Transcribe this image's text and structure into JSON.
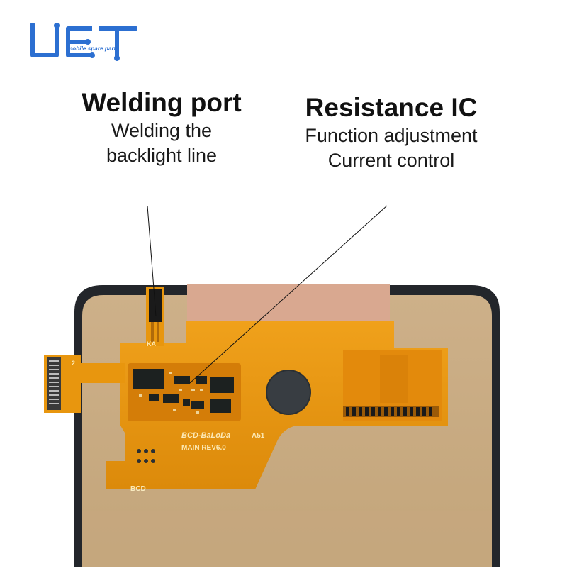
{
  "logo": {
    "mark": "UET",
    "tagline": "mobile spare parts",
    "color": "#2c6fd1"
  },
  "callouts": [
    {
      "title": "Welding port",
      "description_lines": [
        "Welding the",
        "backlight line"
      ]
    },
    {
      "title": "Resistance IC",
      "description_lines": [
        "Function adjustment",
        "Current control"
      ]
    }
  ],
  "board_labels": {
    "brand": "BCD-BaLoDa",
    "model": "A51",
    "revision": "MAIN REV6.0",
    "bottom_mark": "BCD",
    "connector_mark": "KA",
    "pin_mark": "2"
  },
  "colors": {
    "panel_frame": "#23262b",
    "panel_backing": "#c7aa80",
    "flex_circuit": "#e8960e",
    "copper_window": "#d9a890",
    "chip": "#1c2120"
  }
}
